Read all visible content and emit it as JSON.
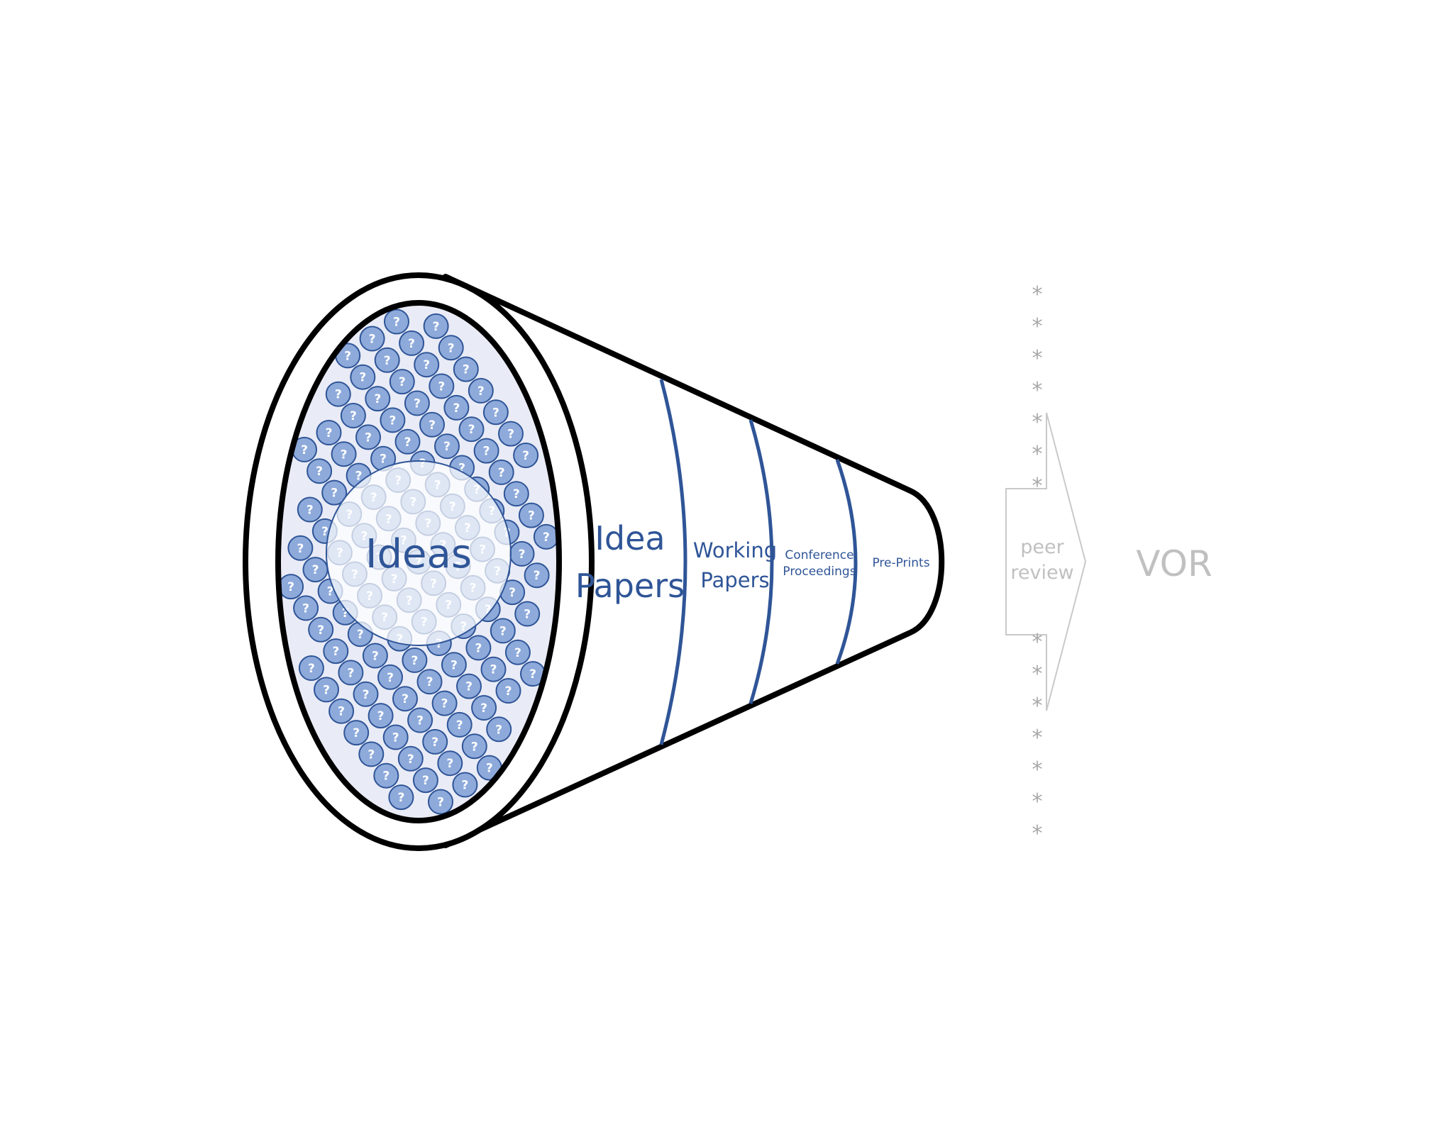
{
  "stages": {
    "ideas": "Ideas",
    "idea_papers": [
      "Idea",
      "Papers"
    ],
    "working_papers": [
      "Working",
      "Papers"
    ],
    "conference_proceedings": [
      "Conference",
      "Proceedings"
    ],
    "pre_prints": "Pre-Prints"
  },
  "peer_review": [
    "peer",
    "review"
  ],
  "vor": "VOR",
  "ball_symbol": "?",
  "star_symbol": "*",
  "colors": {
    "outline": "#000000",
    "stage_text": "#2f5597",
    "ring": "#2f5597",
    "ball_fill": "#8eaadb",
    "ball_stroke": "#2f5597",
    "inner_face": "#e9ebf6",
    "muted": "#c0c0c0",
    "arrow": "#c9c9c9",
    "stars": "#a8a8a8"
  }
}
